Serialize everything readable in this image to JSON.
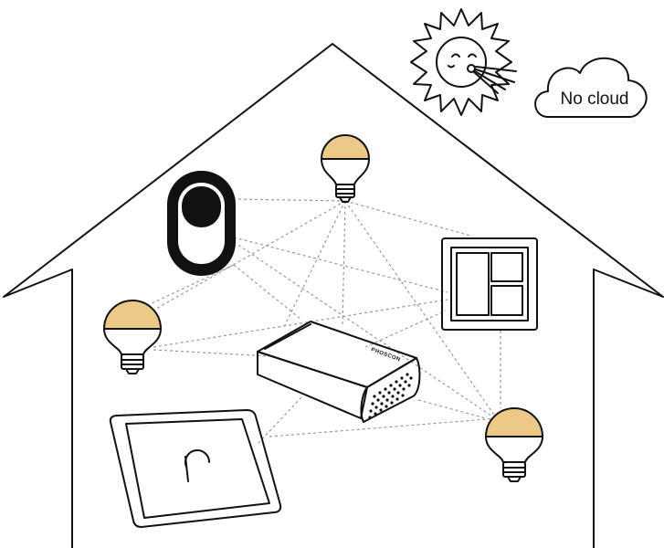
{
  "cloud": {
    "label": "No cloud"
  },
  "gateway": {
    "brand": "PHOSCON"
  },
  "colors": {
    "bulb_fill": "#EDC987",
    "line": "#111111",
    "mesh": "#9A9A9A",
    "background": "#FFFFFF"
  },
  "icons": [
    "house-outline",
    "sun-icon",
    "cloud-icon",
    "light-bulb-icon",
    "toggle-switch-icon",
    "wall-switch-icon",
    "gateway-device-icon",
    "tablet-icon"
  ]
}
